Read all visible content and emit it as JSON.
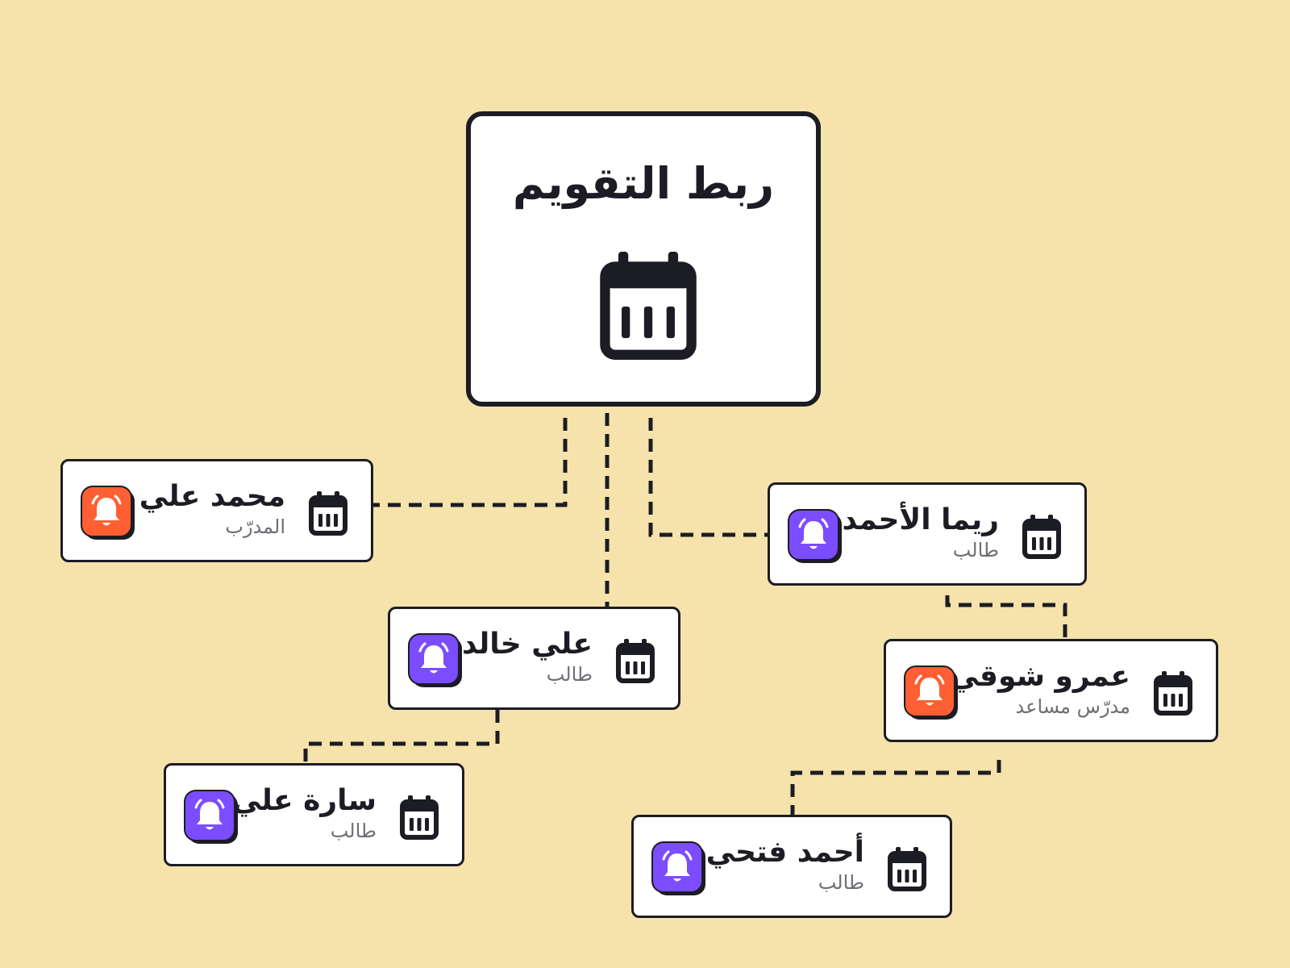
{
  "diagram": {
    "root": {
      "title": "ربط التقويم",
      "icon": "calendar-icon"
    },
    "nodes": [
      {
        "id": "mohamed-ali",
        "name": "محمد علي",
        "role": "المدرّب",
        "badge": "orange-bell-icon",
        "parent": "root"
      },
      {
        "id": "ali-khaled",
        "name": "علي خالد",
        "role": "طالب",
        "badge": "purple-bell-icon",
        "parent": "root"
      },
      {
        "id": "rima-alahmad",
        "name": "ريما الأحمد",
        "role": "طالب",
        "badge": "purple-bell-icon",
        "parent": "root"
      },
      {
        "id": "sara-ali",
        "name": "سارة علي",
        "role": "طالب",
        "badge": "purple-bell-icon",
        "parent": "ali-khaled"
      },
      {
        "id": "amr-shawki",
        "name": "عمرو شوقي",
        "role": "مدرّس مساعد",
        "badge": "orange-bell-icon",
        "parent": "rima-alahmad"
      },
      {
        "id": "ahmed-fathi",
        "name": "أحمد فتحي",
        "role": "طالب",
        "badge": "purple-bell-icon",
        "parent": "amr-shawki"
      }
    ]
  },
  "colors": {
    "background": "#f5e3ab",
    "ink": "#1c1c24",
    "card": "#ffffff",
    "muted_text": "#6e6e74",
    "orange_badge": "#ff5f33",
    "purple_badge": "#7b4dff"
  }
}
